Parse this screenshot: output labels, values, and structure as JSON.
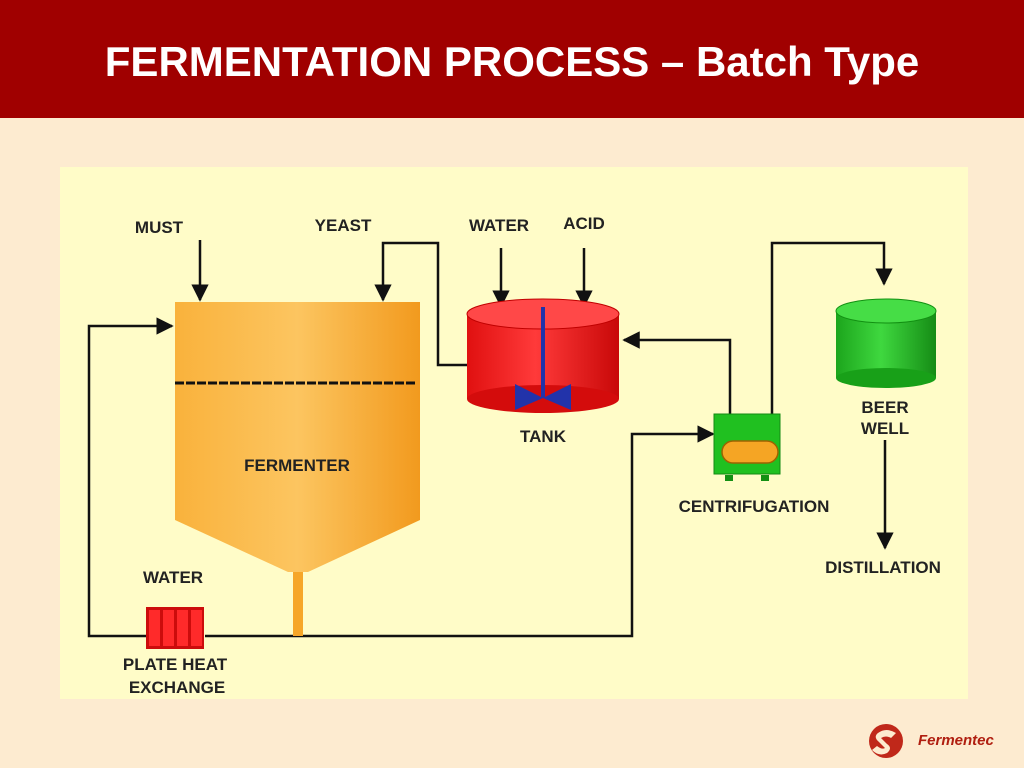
{
  "slide": {
    "title": "FERMENTATION PROCESS – Batch Type"
  },
  "diagram": {
    "labels": {
      "must": "MUST",
      "yeast": "YEAST",
      "water_top": "WATER",
      "acid": "ACID",
      "fermenter": "FERMENTER",
      "tank": "TANK",
      "centrifugation": "CENTRIFUGATION",
      "beer": "BEER",
      "well": "WELL",
      "distillation": "DISTILLATION",
      "water_bottom": "WATER",
      "plate_heat": "PLATE HEAT",
      "exchange": "EXCHANGE"
    },
    "colors": {
      "fermenter": "#f7a930",
      "tank": "#ee1111",
      "beer_well": "#22bb22",
      "centrifuge": "#22c422",
      "heat_exchanger": "#dd1111",
      "agitator": "#2233aa"
    }
  },
  "logo": {
    "name": "Fermentec",
    "icon": "fermentec-logo-icon"
  }
}
